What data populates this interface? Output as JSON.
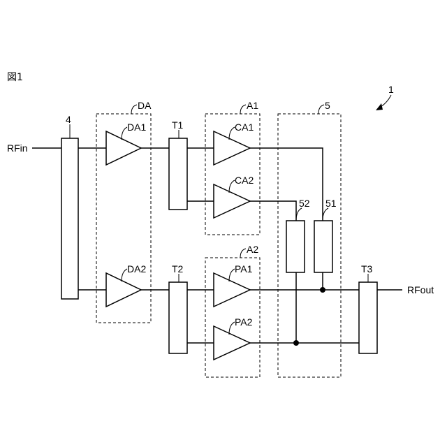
{
  "figure": {
    "title": "図1",
    "ref": "1"
  },
  "terminals": {
    "input": "RFin",
    "output": "RFout"
  },
  "blocks": {
    "splitter": "4",
    "t1": "T1",
    "t2": "T2",
    "t3": "T3",
    "r51": "51",
    "r52": "52"
  },
  "groups": {
    "da": "DA",
    "a1": "A1",
    "a2": "A2",
    "g5": "5"
  },
  "amplifiers": {
    "da1": "DA1",
    "da2": "DA2",
    "ca1": "CA1",
    "ca2": "CA2",
    "pa1": "PA1",
    "pa2": "PA2"
  }
}
